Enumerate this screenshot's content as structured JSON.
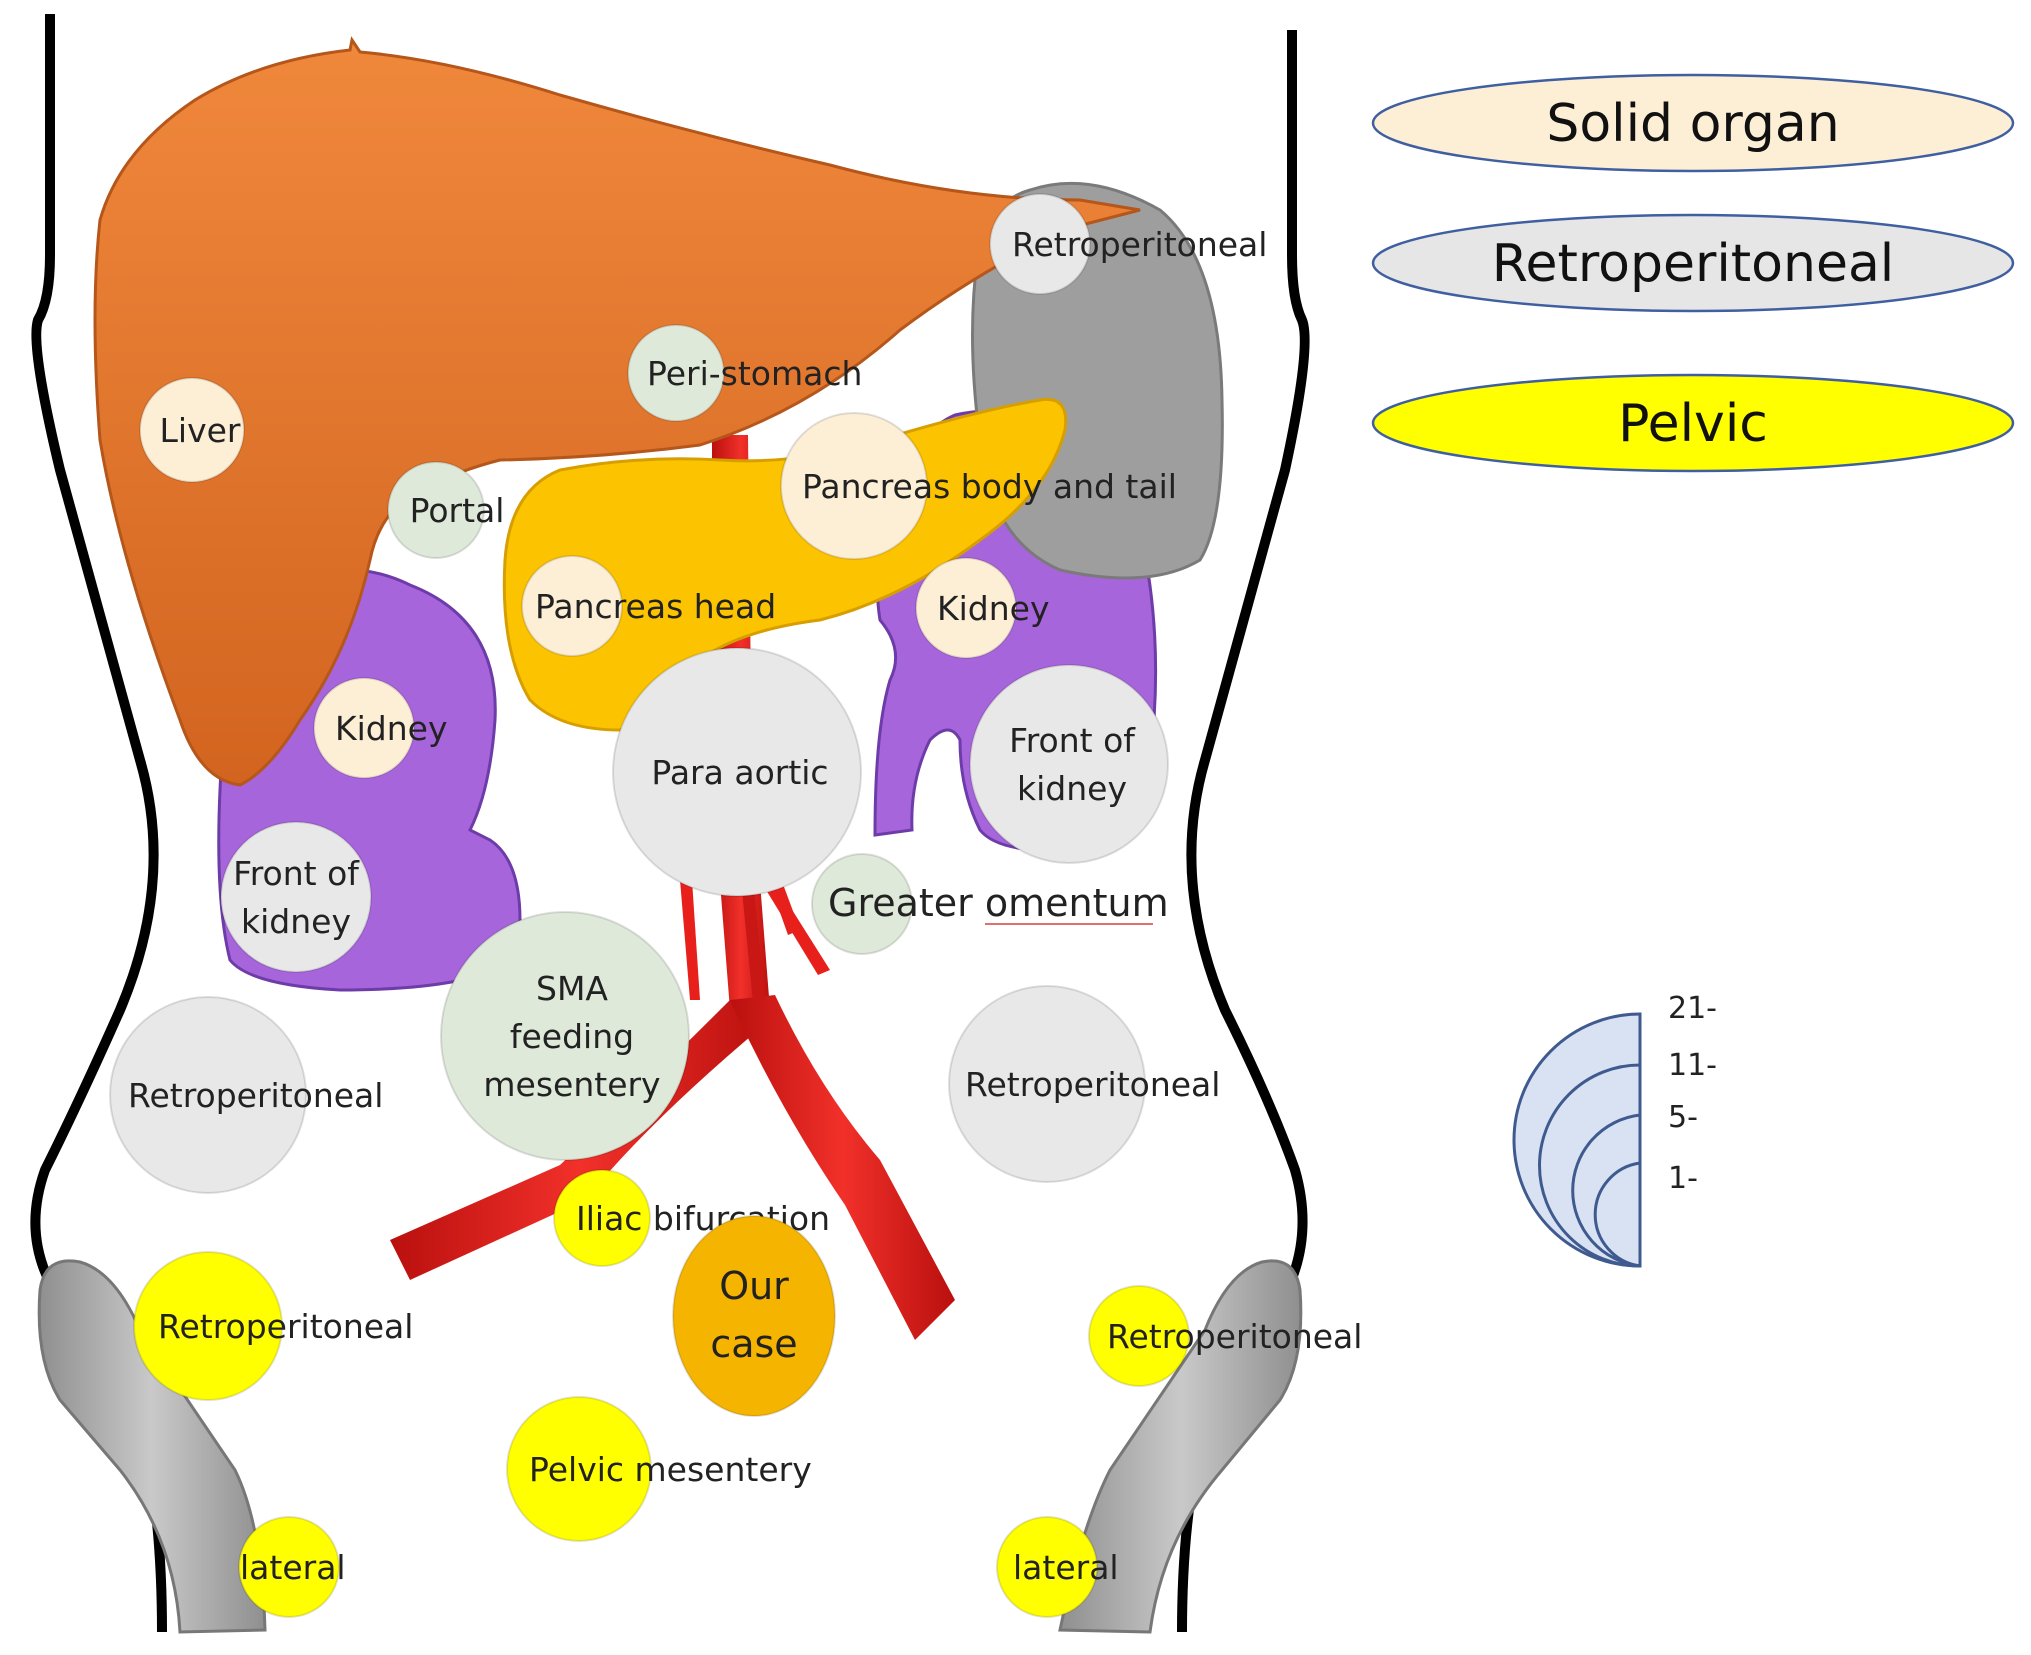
{
  "legend": {
    "categories": [
      {
        "label": "Solid organ",
        "color": "#fcefd6"
      },
      {
        "label": "Retroperitoneal",
        "color": "#e6e6e6"
      },
      {
        "label": "Pelvic",
        "color": "#ffff00"
      }
    ],
    "size_scale": {
      "labels": [
        "21-",
        "11-",
        "5-",
        "1-"
      ]
    }
  },
  "colors": {
    "solid_organ": "#fcefd6",
    "retroperitoneal": "#e8e8e8",
    "peritoneal": "#dfe9d9",
    "pelvic": "#ffff00",
    "our_case": "#f5b400",
    "liver": "#e47a30",
    "pancreas": "#fcc300",
    "kidney": "#a765dc",
    "spleen": "#9e9e9e",
    "aorta": "#e8201c",
    "pelvis_bone": "#b7b7b7"
  },
  "sites": [
    {
      "id": "liver",
      "label": [
        "Liver"
      ],
      "category": "solid_organ"
    },
    {
      "id": "portal",
      "label": [
        "Portal"
      ],
      "category": "peritoneal"
    },
    {
      "id": "peri-stomach",
      "label": [
        "Peri-stomach"
      ],
      "category": "peritoneal"
    },
    {
      "id": "retroperitoneal-upper-left",
      "label": [
        "Retroperitoneal"
      ],
      "category": "retroperitoneal"
    },
    {
      "id": "pancreas-body-tail",
      "label": [
        "Pancreas body and tail"
      ],
      "category": "solid_organ"
    },
    {
      "id": "pancreas-head",
      "label": [
        "Pancreas head"
      ],
      "category": "solid_organ"
    },
    {
      "id": "kidney-left-side",
      "label": [
        "Kidney"
      ],
      "category": "solid_organ"
    },
    {
      "id": "kidney-right-side",
      "label": [
        "Kidney"
      ],
      "category": "solid_organ"
    },
    {
      "id": "para-aortic",
      "label": [
        "Para aortic"
      ],
      "category": "retroperitoneal"
    },
    {
      "id": "front-of-kidney-left-side",
      "label": [
        "Front of",
        "kidney"
      ],
      "category": "retroperitoneal"
    },
    {
      "id": "front-of-kidney-right-side",
      "label": [
        "Front of",
        "kidney"
      ],
      "category": "retroperitoneal"
    },
    {
      "id": "greater-omentum",
      "label": [
        "Greater omentum"
      ],
      "category": "peritoneal"
    },
    {
      "id": "sma-feeding-mesentery",
      "label": [
        "SMA",
        "feeding",
        "mesentery"
      ],
      "category": "peritoneal"
    },
    {
      "id": "retroperitoneal-mid-right",
      "label": [
        "Retroperitoneal"
      ],
      "category": "retroperitoneal"
    },
    {
      "id": "retroperitoneal-mid-left",
      "label": [
        "Retroperitoneal"
      ],
      "category": "retroperitoneal"
    },
    {
      "id": "iliac-bifurcation",
      "label": [
        "Iliac bifurcation"
      ],
      "category": "pelvic"
    },
    {
      "id": "our-case",
      "label": [
        "Our",
        "case"
      ],
      "category": "our_case"
    },
    {
      "id": "retroperitoneal-pelvic-right",
      "label": [
        "Retroperitoneal"
      ],
      "category": "pelvic"
    },
    {
      "id": "retroperitoneal-pelvic-left",
      "label": [
        "Retroperitoneal"
      ],
      "category": "pelvic"
    },
    {
      "id": "pelvic-mesentery",
      "label": [
        "Pelvic mesentery"
      ],
      "category": "pelvic"
    },
    {
      "id": "lateral-right",
      "label": [
        "lateral"
      ],
      "category": "pelvic"
    },
    {
      "id": "lateral-left",
      "label": [
        "lateral"
      ],
      "category": "pelvic"
    }
  ]
}
